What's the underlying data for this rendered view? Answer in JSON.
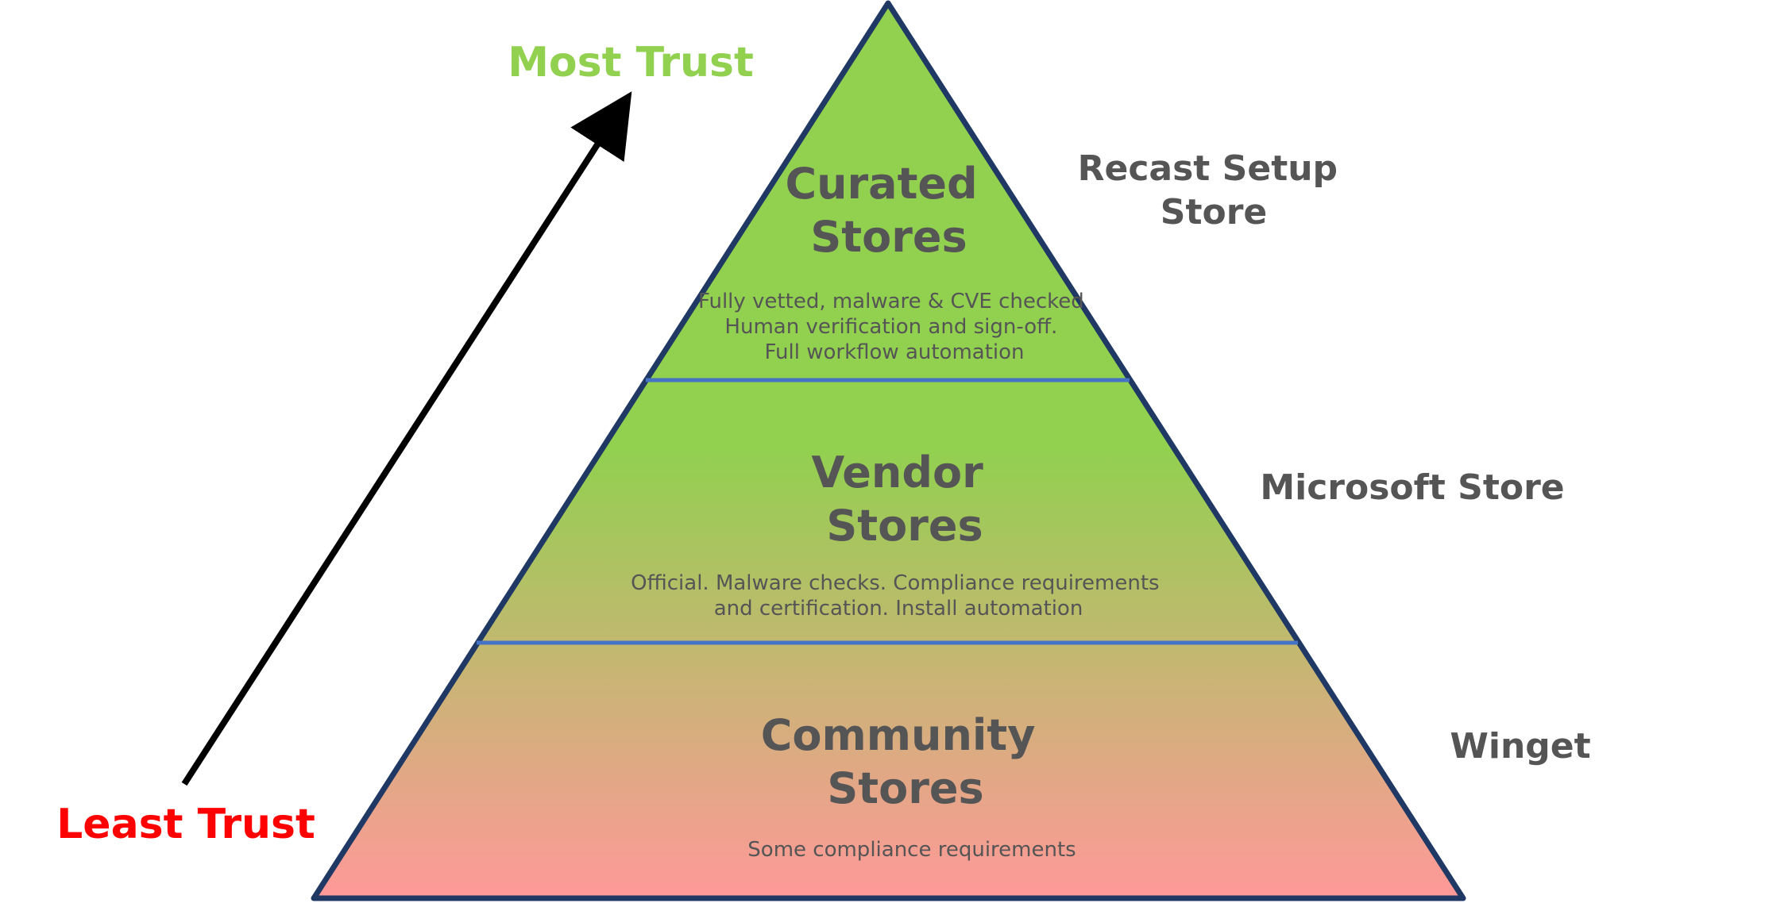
{
  "trust_scale": {
    "top_label": "Most Trust",
    "bottom_label": "Least Trust",
    "top_color": "#92d050",
    "bottom_color": "#ff0000"
  },
  "tiers": [
    {
      "title_lines": [
        "Curated",
        "Stores"
      ],
      "description_lines": [
        "Fully vetted, malware & CVE checked",
        "Human verification and sign-off.",
        "Full workflow automation"
      ],
      "example": [
        "Recast Setup",
        "Store"
      ]
    },
    {
      "title_lines": [
        "Vendor",
        "Stores"
      ],
      "description_lines": [
        "Official. Malware checks. Compliance requirements",
        "and certification. Install automation"
      ],
      "example": [
        "Microsoft Store"
      ]
    },
    {
      "title_lines": [
        "Community",
        "Stores"
      ],
      "description_lines": [
        "Some compliance requirements"
      ],
      "example": [
        "Winget"
      ]
    }
  ],
  "colors": {
    "gradient_top": "#92d050",
    "gradient_mid": "#92d050",
    "gradient_bottom": "#ff9999",
    "outline": "#1f3864",
    "divider": "#4472c4",
    "text": "#555555"
  }
}
